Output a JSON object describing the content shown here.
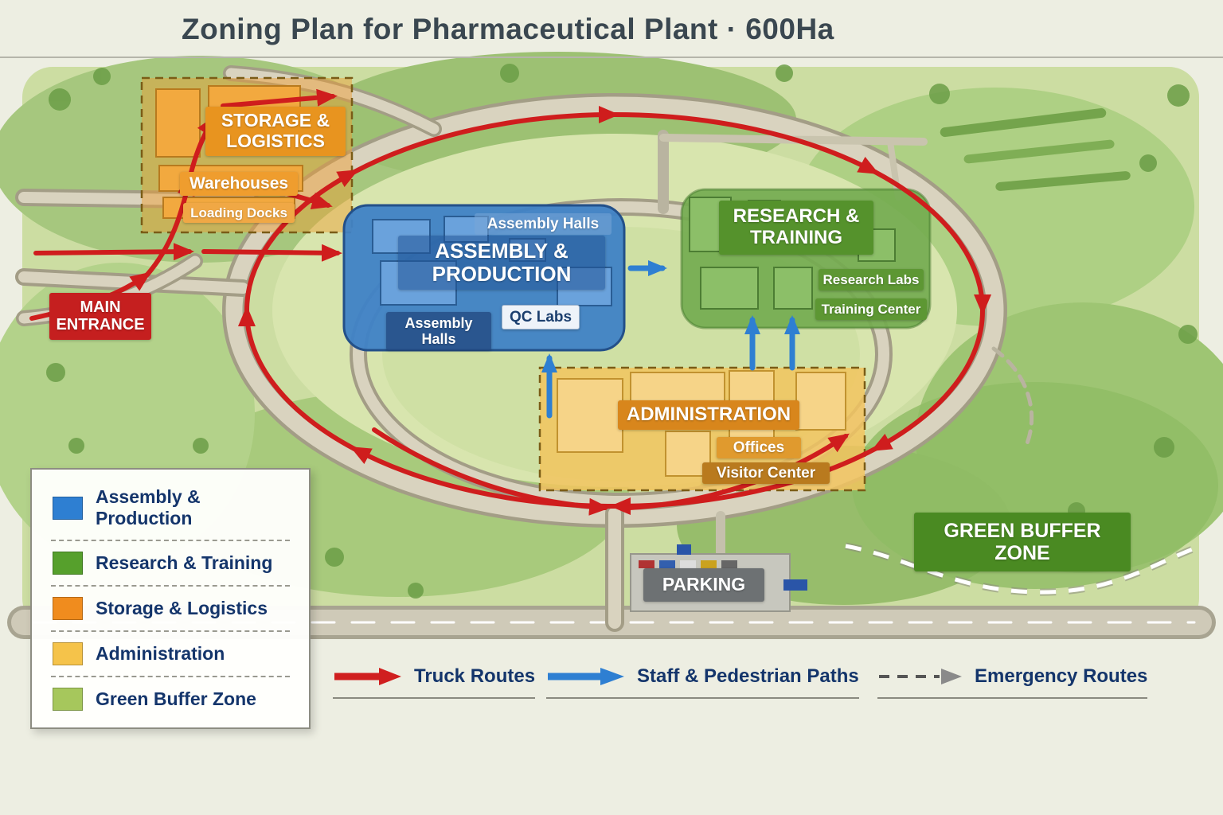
{
  "title": "Zoning Plan for Pharmaceutical Plant · 600Ha",
  "zones": {
    "storage": {
      "title": "STORAGE & LOGISTICS",
      "warehouses": "Warehouses",
      "loading_docks": "Loading Docks"
    },
    "assembly": {
      "title": "ASSEMBLY & PRODUCTION",
      "ghost_label": "Assembly Halls",
      "assembly_halls": "Assembly Halls",
      "qc_labs": "QC Labs"
    },
    "research": {
      "title": "RESEARCH & TRAINING",
      "research_labs": "Research Labs",
      "training_center": "Training Center"
    },
    "administration": {
      "title": "ADMINISTRATION",
      "offices": "Offices",
      "visitor_center": "Visitor Center"
    },
    "green_buffer": {
      "title": "GREEN BUFFER ZONE"
    },
    "parking": {
      "title": "PARKING"
    },
    "main_entrance": {
      "title": "MAIN ENTRANCE"
    }
  },
  "legend": {
    "items": [
      {
        "label": "Assembly & Production",
        "color": "#2e7fd2"
      },
      {
        "label": "Research & Training",
        "color": "#56a02c"
      },
      {
        "label": "Storage & Logistics",
        "color": "#f08c1e"
      },
      {
        "label": "Administration",
        "color": "#f5c34a"
      },
      {
        "label": "Green Buffer Zone",
        "color": "#a6c75c"
      }
    ]
  },
  "routes_legend": {
    "items": [
      {
        "label": "Truck Routes",
        "color": "#d01f1f"
      },
      {
        "label": "Staff & Pedestrian Paths",
        "color": "#2e7fd2"
      },
      {
        "label": "Emergency Routes",
        "color": "#8a8a8a"
      }
    ]
  }
}
